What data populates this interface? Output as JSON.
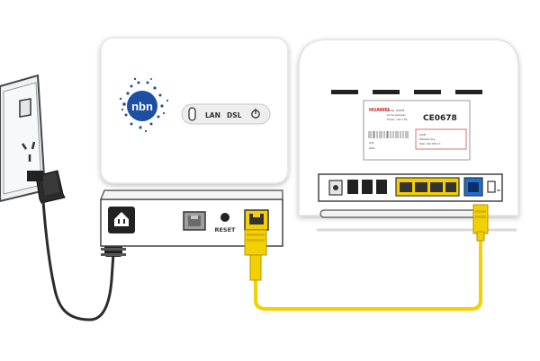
{
  "ntd": {
    "logo_text": "nbn",
    "status_labels": {
      "lan": "LAN",
      "dsl": "DSL"
    },
    "reset_label": "RESET"
  },
  "modem": {
    "brand": "HUAWEI",
    "cert_mark": "CE0678",
    "label_lines": [
      "Model: HG659",
      "Home Gateway",
      "Power: 12V 1.5A",
      "SSID: ",
      "Wireless Key: ",
      "Web: 192.168.1.1",
      "S/N: ",
      "MAC: "
    ]
  },
  "colors": {
    "ethernet_cable": "#f5d000",
    "wan_port": "#1f6fd1",
    "lan_ports": "#f5d000",
    "device_shell": "#ffffff",
    "outline": "#333333"
  }
}
